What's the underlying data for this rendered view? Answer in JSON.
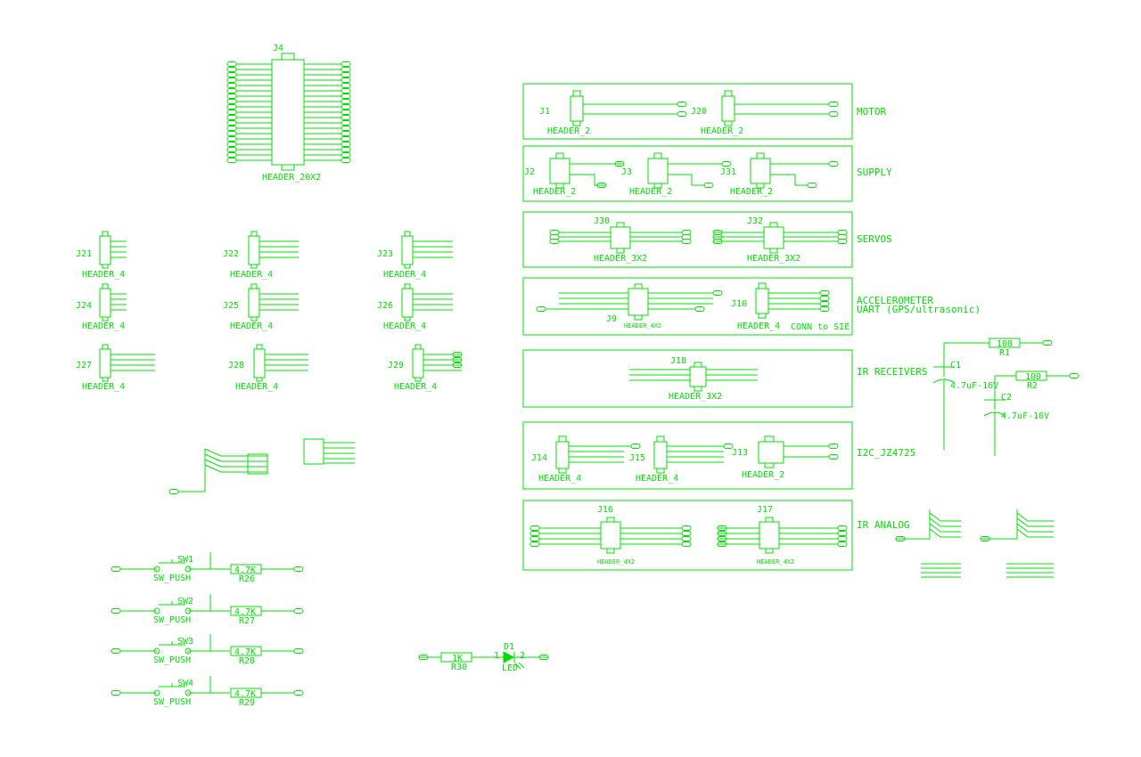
{
  "header_20x2": {
    "ref": "J4",
    "value": "HEADER_20X2"
  },
  "sections": [
    {
      "name": "MOTOR",
      "parts": [
        {
          "ref": "J1",
          "value": "HEADER_2"
        },
        {
          "ref": "J20",
          "value": "HEADER_2"
        }
      ]
    },
    {
      "name": "SUPPLY",
      "parts": [
        {
          "ref": "J2",
          "value": "HEADER_2"
        },
        {
          "ref": "J3",
          "value": "HEADER_2"
        },
        {
          "ref": "J31",
          "value": "HEADER_2"
        }
      ]
    },
    {
      "name": "SERVOS",
      "parts": [
        {
          "ref": "J30",
          "value": "HEADER_3X2"
        },
        {
          "ref": "J32",
          "value": "HEADER_3X2"
        }
      ]
    },
    {
      "name": "ACCELEROMETER",
      "name2": "UART (GPS/ultrasonic)",
      "note": "CONN to SIE",
      "parts": [
        {
          "ref": "J9",
          "value": "HEADER_4X2"
        },
        {
          "ref": "J10",
          "value": "HEADER_4"
        }
      ]
    },
    {
      "name": "IR RECEIVERS",
      "parts": [
        {
          "ref": "J18",
          "value": "HEADER_3X2"
        }
      ]
    },
    {
      "name": "I2C_JZ4725",
      "parts": [
        {
          "ref": "J14",
          "value": "HEADER_4"
        },
        {
          "ref": "J15",
          "value": "HEADER_4"
        },
        {
          "ref": "J13",
          "value": "HEADER_2"
        }
      ]
    },
    {
      "name": "IR ANALOG",
      "parts": [
        {
          "ref": "J16",
          "value": "HEADER_4X2"
        },
        {
          "ref": "J17",
          "value": "HEADER_4X2"
        }
      ]
    }
  ],
  "headers_4": [
    {
      "ref": "J21",
      "value": "HEADER_4"
    },
    {
      "ref": "J22",
      "value": "HEADER_4"
    },
    {
      "ref": "J23",
      "value": "HEADER_4"
    },
    {
      "ref": "J24",
      "value": "HEADER_4"
    },
    {
      "ref": "J25",
      "value": "HEADER_4"
    },
    {
      "ref": "J26",
      "value": "HEADER_4"
    },
    {
      "ref": "J27",
      "value": "HEADER_4"
    },
    {
      "ref": "J28",
      "value": "HEADER_4"
    },
    {
      "ref": "J29",
      "value": "HEADER_4"
    }
  ],
  "switches": [
    {
      "ref": "SW1",
      "value": "SW_PUSH",
      "res_value": "4.7K",
      "res_ref": "R26"
    },
    {
      "ref": "SW2",
      "value": "SW_PUSH",
      "res_value": "4.7K",
      "res_ref": "R27"
    },
    {
      "ref": "SW3",
      "value": "SW_PUSH",
      "res_value": "4.7K",
      "res_ref": "R28"
    },
    {
      "ref": "SW4",
      "value": "SW_PUSH",
      "res_value": "4.7K",
      "res_ref": "R29"
    }
  ],
  "led": {
    "res_value": "1K",
    "res_ref": "R30",
    "ref": "D1",
    "value": "LED",
    "pin1": "1",
    "pin2": "2"
  },
  "passives": {
    "r1": {
      "value": "100",
      "ref": "R1"
    },
    "r2": {
      "value": "100",
      "ref": "R2"
    },
    "c1": {
      "ref": "C1",
      "value": "4.7uF-16V"
    },
    "c2": {
      "ref": "C2",
      "value": "4.7uF-16V"
    }
  },
  "colors": {
    "wire": "#00e000",
    "background": "#ffffff"
  }
}
